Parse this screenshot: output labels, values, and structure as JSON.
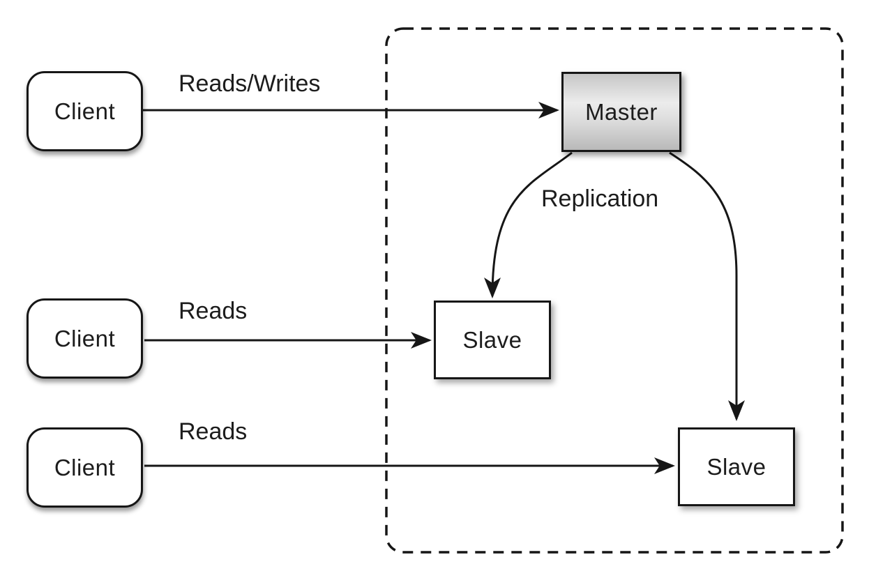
{
  "diagram": {
    "kind": "master-slave-replication",
    "boundary": {
      "style": "dashed-rounded-rectangle"
    },
    "nodes": {
      "client1": {
        "label": "Client",
        "shape": "rounded-rectangle",
        "fill": "#ffffff"
      },
      "client2": {
        "label": "Client",
        "shape": "rounded-rectangle",
        "fill": "#ffffff"
      },
      "client3": {
        "label": "Client",
        "shape": "rounded-rectangle",
        "fill": "#ffffff"
      },
      "master": {
        "label": "Master",
        "shape": "rectangle",
        "fill": "gray-gradient"
      },
      "slave1": {
        "label": "Slave",
        "shape": "rectangle",
        "fill": "#ffffff"
      },
      "slave2": {
        "label": "Slave",
        "shape": "rectangle",
        "fill": "#ffffff"
      }
    },
    "edges": [
      {
        "from": "client1",
        "to": "master",
        "label": "Reads/Writes",
        "style": "straight-arrow"
      },
      {
        "from": "client2",
        "to": "slave1",
        "label": "Reads",
        "style": "straight-arrow"
      },
      {
        "from": "client3",
        "to": "slave2",
        "label": "Reads",
        "style": "straight-arrow"
      },
      {
        "from": "master",
        "to": "slave1",
        "label": "Replication",
        "style": "curved-arrow"
      },
      {
        "from": "master",
        "to": "slave2",
        "label": "Replication",
        "style": "curved-arrow"
      }
    ],
    "colors": {
      "stroke": "#161616",
      "text": "#1c1c1c",
      "background": "#ffffff",
      "master_gradient_top": "#c6c6c6",
      "master_gradient_middle": "#ececec",
      "master_gradient_bottom": "#b9b9b9"
    }
  }
}
